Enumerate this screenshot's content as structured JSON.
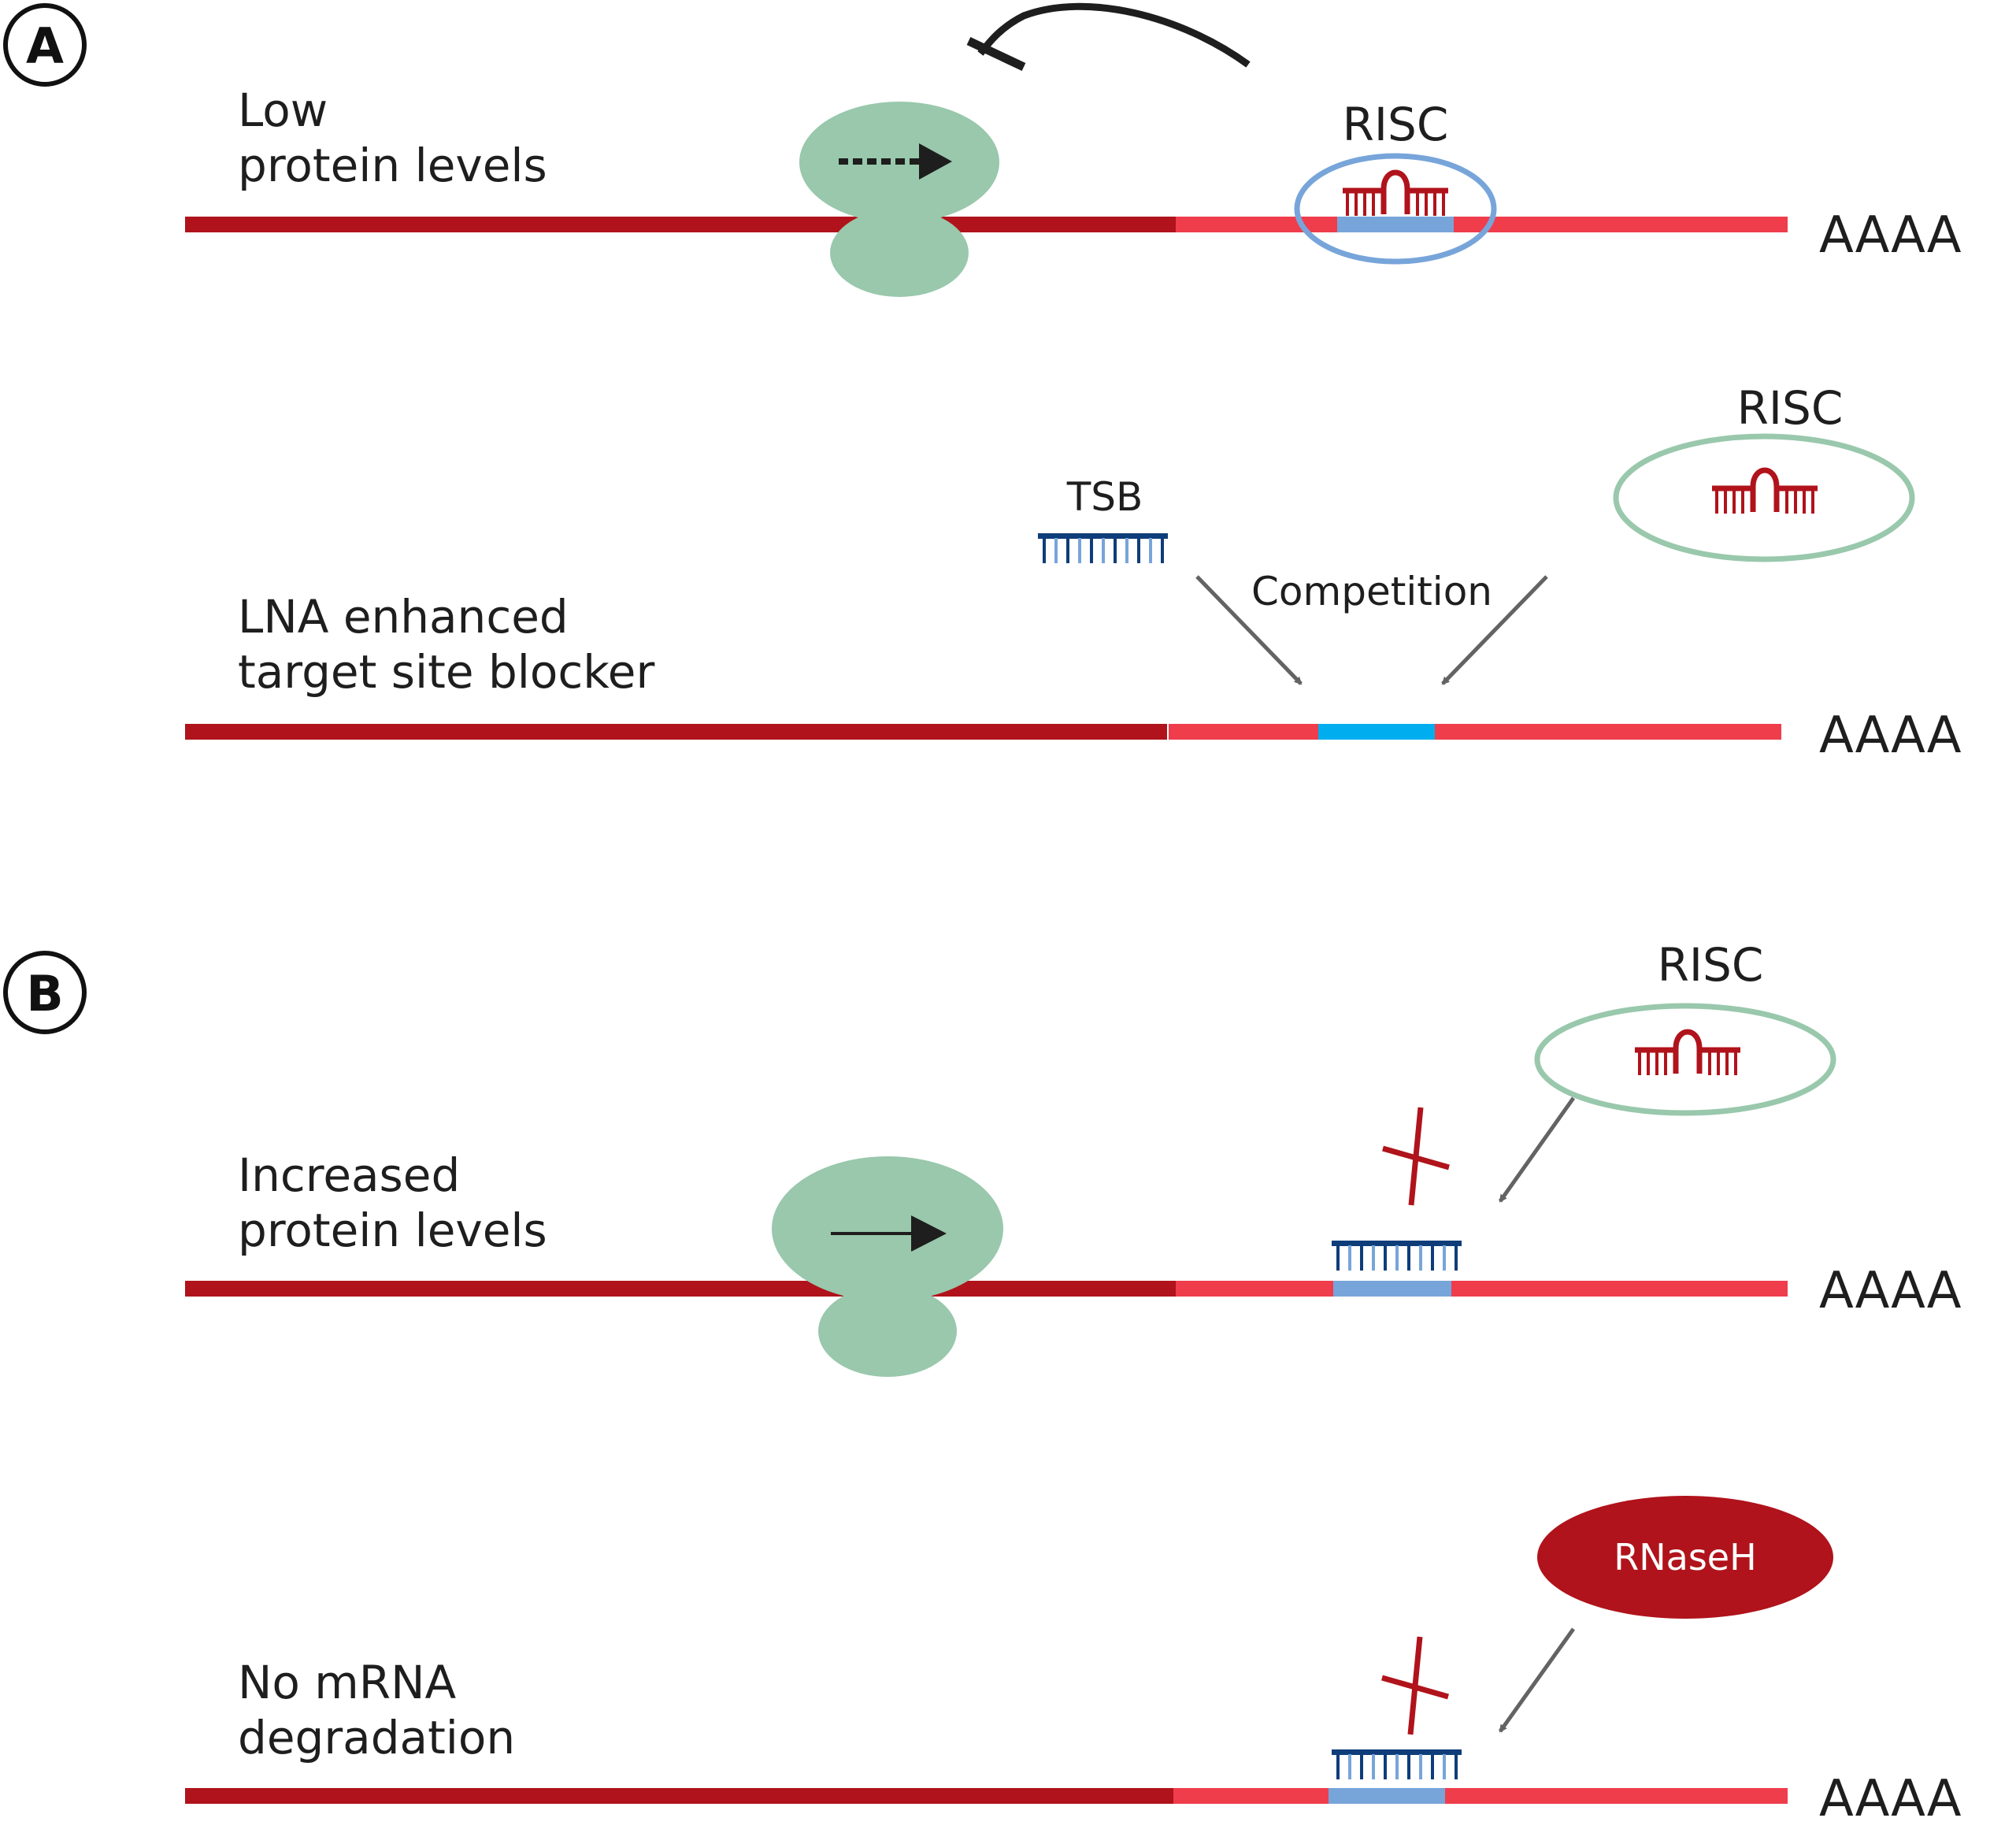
{
  "panels": [
    {
      "id": "A",
      "label": "A",
      "rows": [
        {
          "caption": [
            "Low",
            "protein levels"
          ],
          "polyA": "AAAA",
          "complex_label": "RISC",
          "ribosome_arrow": "dashed"
        },
        {
          "caption": [
            "LNA enhanced",
            "target site blocker"
          ],
          "polyA": "AAAA",
          "blocker_label": "TSB",
          "competition_label": "Competition",
          "complex_label": "RISC"
        }
      ]
    },
    {
      "id": "B",
      "label": "B",
      "rows": [
        {
          "caption": [
            "Increased",
            "protein levels"
          ],
          "polyA": "AAAA",
          "complex_label": "RISC",
          "ribosome_arrow": "solid",
          "binding": "blocked"
        },
        {
          "caption": [
            "No mRNA",
            "degradation"
          ],
          "polyA": "AAAA",
          "enzyme_label": "RNaseH",
          "binding": "blocked"
        }
      ]
    }
  ],
  "colors": {
    "cds": "#b0131b",
    "utr": "#ef3d4c",
    "target_site": "#77a5da",
    "target_site_competition": "#00aeef",
    "ribosome": "#99c8ac",
    "risc_bound_outline": "#77a5da",
    "risc_free_outline": "#99c8ac",
    "mirna": "#b0131b",
    "tsb_dark": "#0e3d7a",
    "tsb_light": "#77a5da",
    "arrow": "#636363",
    "block_x": "#b0131b",
    "rnaseh": "#b0131b"
  }
}
